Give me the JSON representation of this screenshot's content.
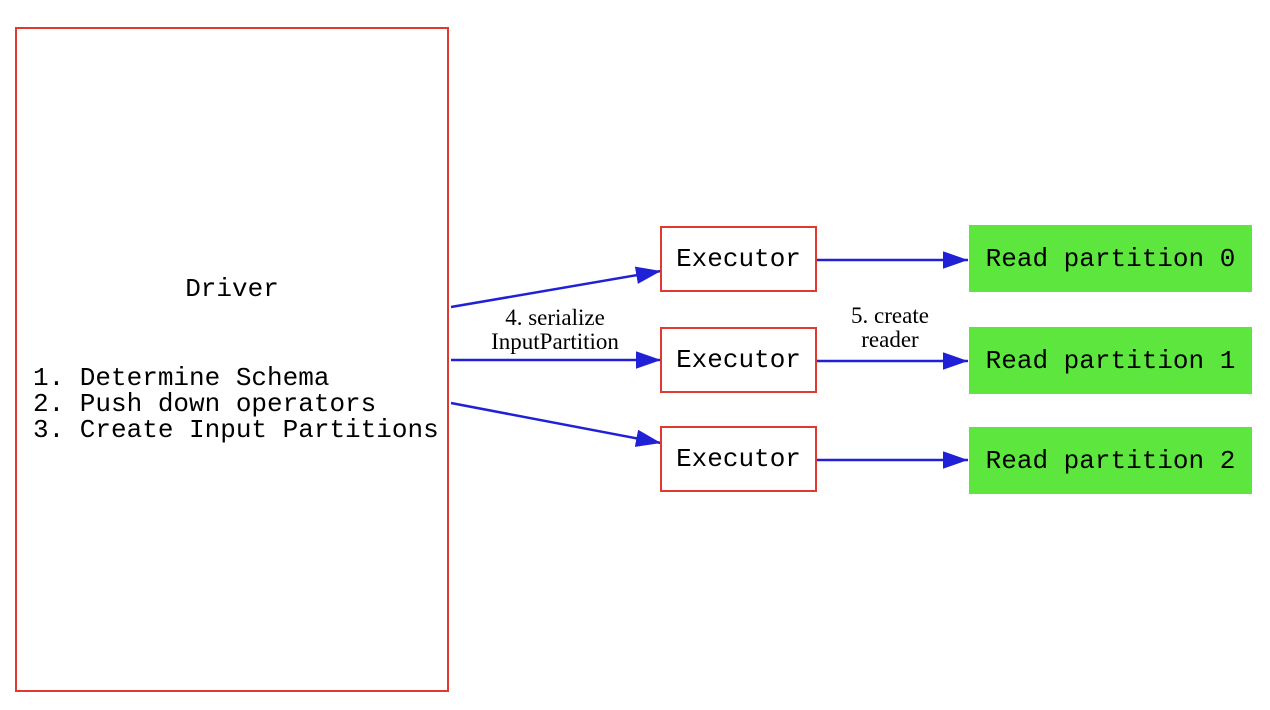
{
  "colors": {
    "box_border": "#e03a2e",
    "partition_fill": "#5ce63e",
    "arrow": "#2020d6",
    "text": "#000000",
    "canvas_bg": "#ffffff"
  },
  "driver": {
    "title": "Driver",
    "steps": [
      "1. Determine Schema",
      "2. Push down operators",
      "3. Create Input Partitions"
    ]
  },
  "executors": [
    {
      "label": "Executor"
    },
    {
      "label": "Executor"
    },
    {
      "label": "Executor"
    }
  ],
  "partitions": [
    {
      "label": "Read partition 0"
    },
    {
      "label": "Read partition 1"
    },
    {
      "label": "Read partition 2"
    }
  ],
  "edge_labels": {
    "serialize": "4. serialize\nInputPartition",
    "create_reader": "5. create\nreader"
  }
}
